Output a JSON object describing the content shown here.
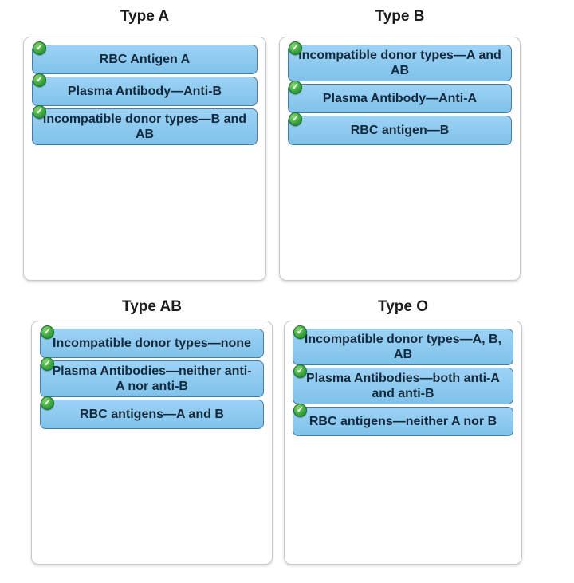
{
  "colors": {
    "page_bg": "#ffffff",
    "bin_border": "#c8c8c8",
    "chip_border": "#4a7ca1",
    "chip_fill_top": "#9dd2f5",
    "chip_fill_bottom": "#7fc2ea",
    "chip_text": "#15293c",
    "title_text": "#1c1c1c",
    "badge_green": "#2f9e3b",
    "badge_ring": "#19702a",
    "badge_check": "#ffffff"
  },
  "icons": {
    "check": "✓",
    "check_name": "check-circle-icon"
  },
  "groups": [
    {
      "title": "Type A",
      "chips": [
        {
          "label": "RBC Antigen A",
          "status": "correct"
        },
        {
          "label": "Plasma Antibody—Anti-B",
          "status": "correct"
        },
        {
          "label": "Incompatible donor types—B and AB",
          "status": "correct"
        }
      ]
    },
    {
      "title": "Type B",
      "chips": [
        {
          "label": "Incompatible donor types—A and AB",
          "status": "correct"
        },
        {
          "label": "Plasma Antibody—Anti-A",
          "status": "correct"
        },
        {
          "label": "RBC antigen—B",
          "status": "correct"
        }
      ]
    },
    {
      "title": "Type AB",
      "chips": [
        {
          "label": "Incompatible donor types—none",
          "status": "correct"
        },
        {
          "label": "Plasma Antibodies—neither anti-A nor anti-B",
          "status": "correct"
        },
        {
          "label": "RBC antigens—A and B",
          "status": "correct"
        }
      ]
    },
    {
      "title": "Type O",
      "chips": [
        {
          "label": "Incompatible donor types—A, B, AB",
          "status": "correct"
        },
        {
          "label": "Plasma Antibodies—both anti-A and anti-B",
          "status": "correct"
        },
        {
          "label": "RBC antigens—neither A nor B",
          "status": "correct"
        }
      ]
    }
  ]
}
